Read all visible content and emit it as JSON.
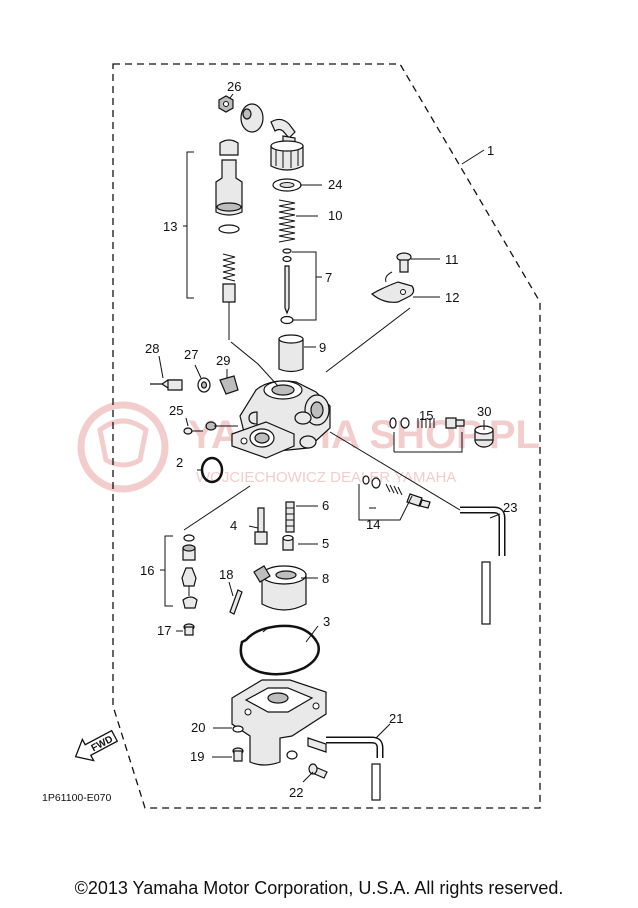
{
  "callouts": [
    "1",
    "2",
    "3",
    "4",
    "5",
    "6",
    "7",
    "8",
    "9",
    "10",
    "11",
    "12",
    "13",
    "14",
    "15",
    "16",
    "17",
    "18",
    "19",
    "20",
    "21",
    "22",
    "23",
    "24",
    "25",
    "26",
    "27",
    "28",
    "29",
    "30"
  ],
  "fwd_label": "FWD",
  "diagram_code": "1P61100-E070",
  "watermark": {
    "brand": "YAMAHA SHOP.PL",
    "tagline": "WOJCIECHOWICZ DEALER YAMAHA",
    "color": "#f1c4c4"
  },
  "copyright": "©2013 Yamaha Motor Corporation, U.S.A. All rights reserved."
}
